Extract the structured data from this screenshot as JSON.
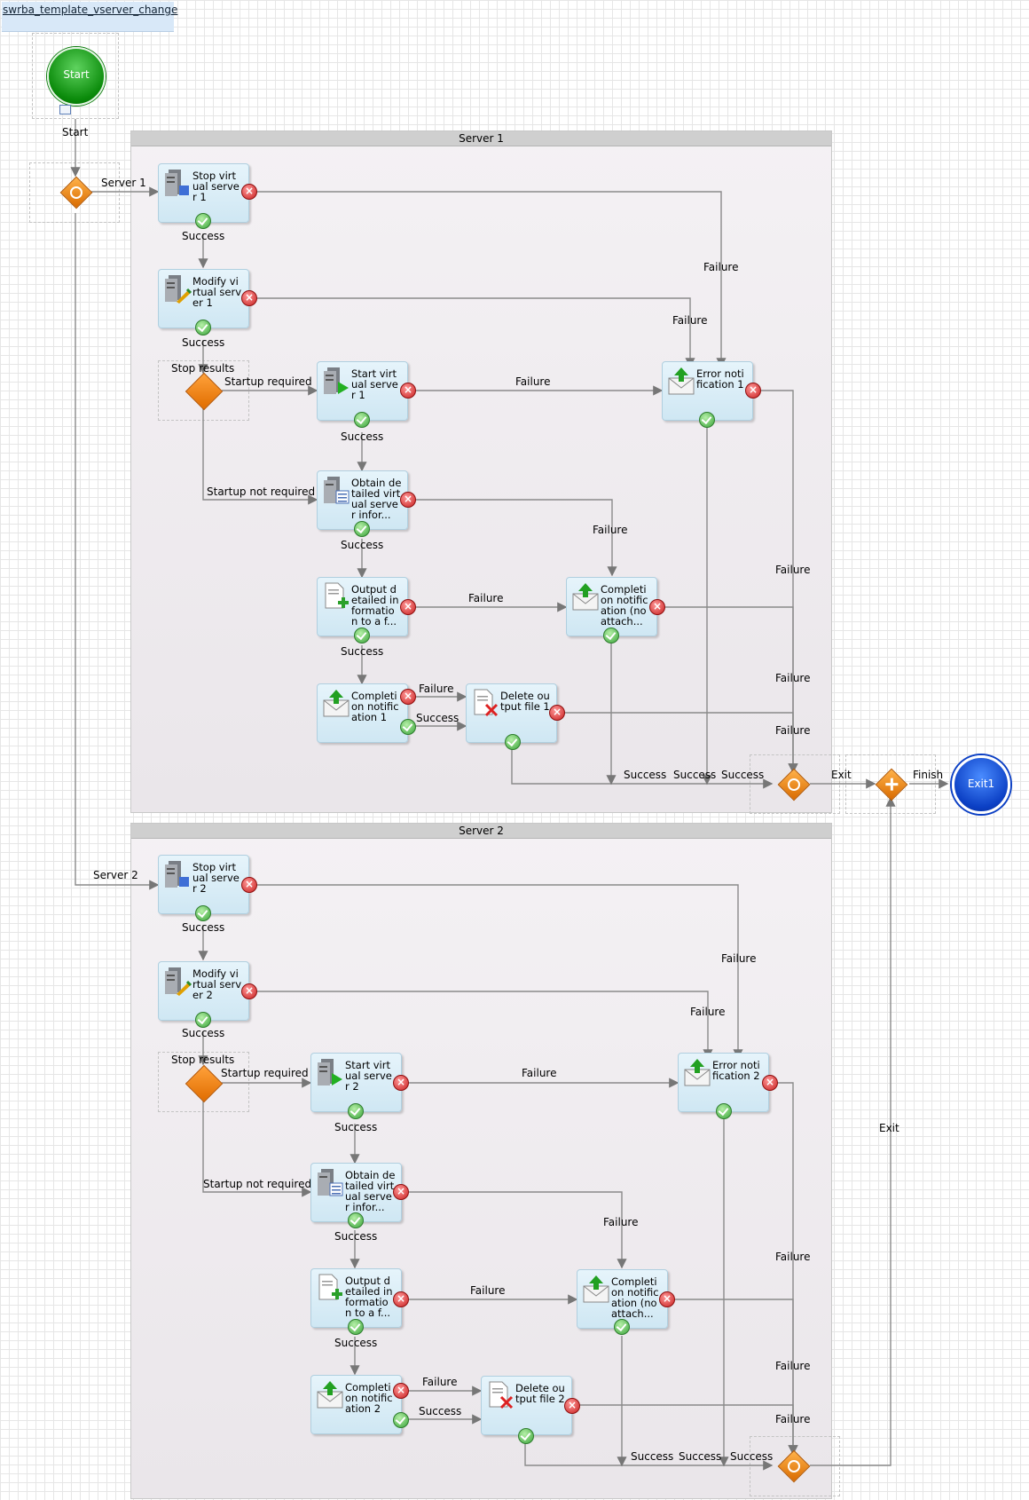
{
  "title": "swrba_template_vserver_change",
  "lanes": {
    "server1": "Server 1",
    "server2": "Server 2"
  },
  "nodes": {
    "start": "Start",
    "start_caption": "Start",
    "exit": "Exit1",
    "s1": {
      "stop": "Stop virt ual serve r 1",
      "modify": "Modify vi rtual serv er 1",
      "start_vs": "Start virt ual serve r 1",
      "obtain": "Obtain de tailed virt ual serve r infor...",
      "output": "Output d etailed in formatio n to a f...",
      "complete_attach": "Completi on notific ation 1",
      "delete": "Delete ou tput file 1",
      "error": "Error noti fication 1",
      "complete_noattach": "Completi on notific ation (no attach..."
    },
    "s2": {
      "stop": "Stop virt ual serve r 2",
      "modify": "Modify vi rtual serv er 2",
      "start_vs": "Start virt ual serve r 2",
      "obtain": "Obtain de tailed virt ual serve r infor...",
      "output": "Output d etailed in formatio n to a f...",
      "complete_attach": "Completi on notific ation 2",
      "delete": "Delete ou tput file 2",
      "error": "Error noti fication 2",
      "complete_noattach": "Completi on notific ation (no attach..."
    }
  },
  "labels": {
    "server1": "Server 1",
    "server2": "Server 2",
    "success": "Success",
    "failure": "Failure",
    "stop_results": "Stop results",
    "startup_required": "Startup required",
    "startup_not_required": "Startup not required",
    "exit": "Exit",
    "finish": "Finish"
  }
}
